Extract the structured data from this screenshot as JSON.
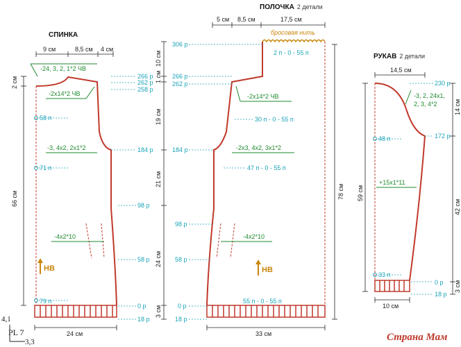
{
  "headings": {
    "back": "СПИНКА",
    "front": "ПОЛОЧКА",
    "front_sub": "2 детали",
    "sleeve": "РУКАВ",
    "sleeve_sub": "2 детали"
  },
  "back": {
    "w_top_1": "9 см",
    "w_top_2": "8,5 см",
    "w_top_3": "4 см",
    "h_2": "2 см",
    "h_66": "66 см",
    "w_bottom": "24 см",
    "rows": {
      "r266": "266 р",
      "r262": "262 р",
      "r258": "258 р",
      "r184": "184 р",
      "r98": "98 р",
      "r58": "58 р",
      "r0": "0 р",
      "r18": "18 р"
    },
    "loops": {
      "l58": "58 п",
      "l71": "71 п",
      "l79": "79 п"
    },
    "notes": {
      "neck": "-24, 3, 2, 1*2 ЧВ",
      "shoulder": "-2х14*2 ЧВ",
      "arm": "-3, 4х2, 2х1*2",
      "waist": "-4х2*10"
    },
    "direction": "НВ"
  },
  "front": {
    "w_top_1": "5 см",
    "w_top_2": "8,5 см",
    "w_top_3": "17,5 см",
    "cast_note": "бросовая нить",
    "h_10": "10 см",
    "h_1": "1 см",
    "h_19": "19 см",
    "h_21": "21 см",
    "h_24": "24 см",
    "h_3": "3 см",
    "h_78": "78 см",
    "w_bottom": "33 см",
    "rows": {
      "r306": "306 р",
      "r266": "266 р",
      "r262": "262 р",
      "r184": "184 р",
      "r98": "98 р",
      "r58": "58 р",
      "r0": "0 р",
      "r18": "18 р"
    },
    "loops": {
      "top": "2 п - 0 - 55 п",
      "l30": "30 п - 0 - 55 п",
      "l47": "47 п - 0 - 55 п",
      "l55": "55 п - 0 - 55 п"
    },
    "notes": {
      "shoulder": "-2х14*2 ЧВ",
      "arm": "-2х3, 4х2, 3х1*2",
      "waist": "-4х2*10"
    },
    "direction": "НВ"
  },
  "sleeve": {
    "w_top": "14,5 см",
    "w_bottom": "10 см",
    "h_14": "14 см",
    "h_42": "42 см",
    "h_3": "3 см",
    "h_59": "59 см",
    "rows": {
      "r230": "230 р",
      "r172": "172 р",
      "r0": "0 р",
      "r18": "18 р"
    },
    "loops": {
      "l48": "48 п",
      "l33": "33 п"
    },
    "notes": {
      "cap": "-3, 2, 24х1,",
      "cap2": "2, 3, 4*2",
      "inc": "+15х1*11"
    }
  },
  "legend": {
    "a": "4,1",
    "b": "PL 7",
    "c": "3,3"
  },
  "watermark": "Страна Мам"
}
